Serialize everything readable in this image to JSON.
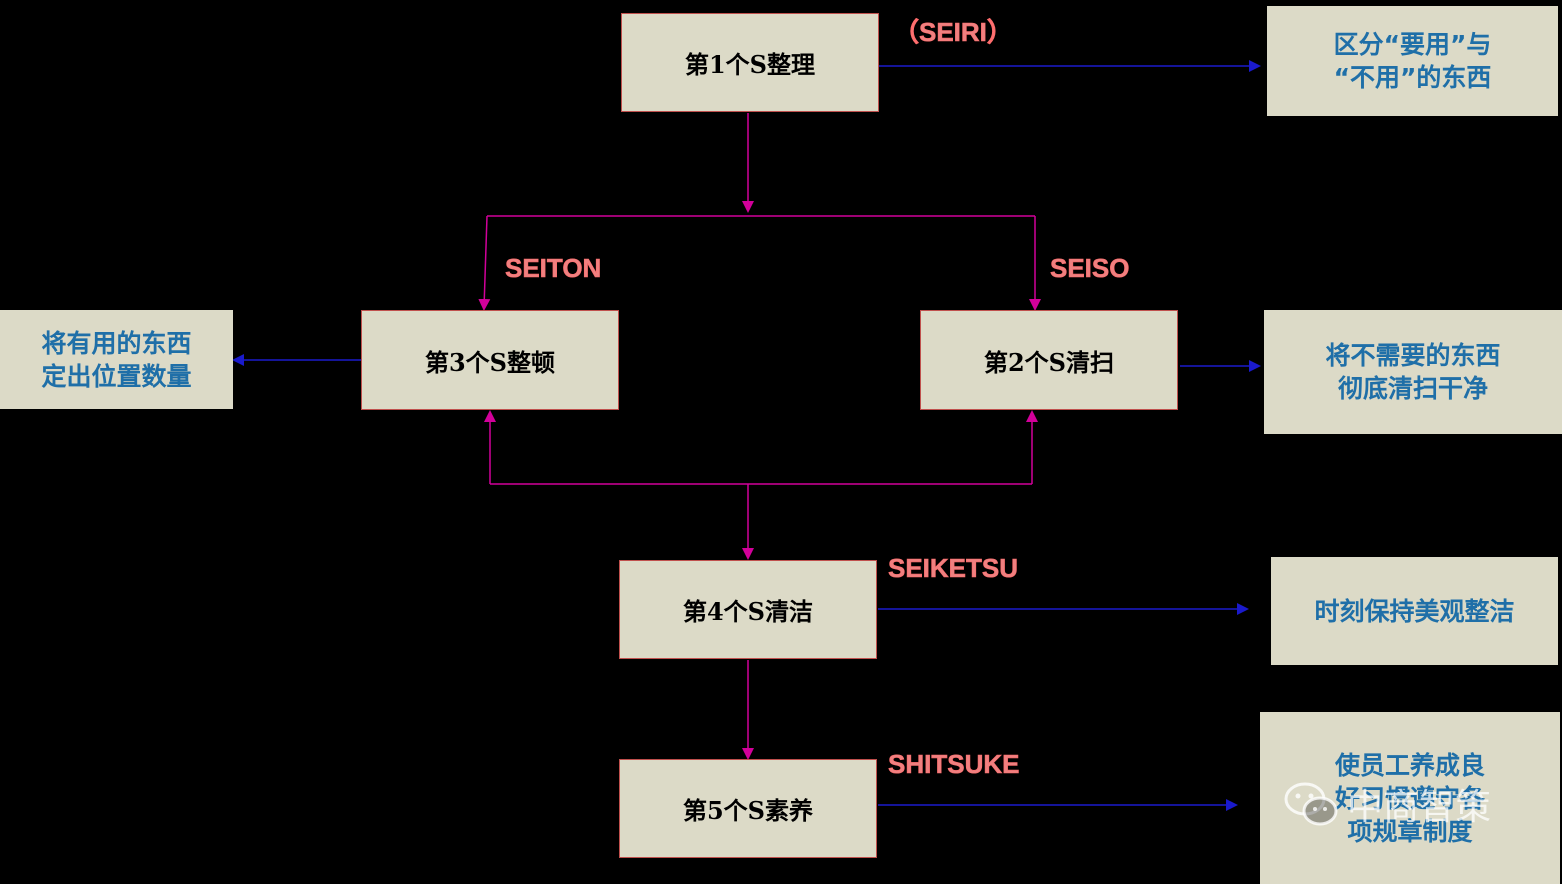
{
  "nodes": {
    "s1": "第1个S整理",
    "s2": "第2个S清扫",
    "s3": "第3个S整顿",
    "s4": "第4个S清洁",
    "s5": "第5个S素养"
  },
  "labels": {
    "seiri": "（SEIRI）",
    "seiton": "SEITON",
    "seiso": "SEISO",
    "seiketsu": "SEIKETSU",
    "shitsuke": "SHITSUKE"
  },
  "descriptions": {
    "s1": [
      "区分“要用”与",
      "“不用”的东西"
    ],
    "s3": [
      "将有用的东西",
      "定出位置数量"
    ],
    "s2": [
      "将不需要的东西",
      "彻底清扫干净"
    ],
    "s4": [
      "时刻保持美观整洁"
    ],
    "s5": [
      "使员工养成良",
      "好习惯遵守各",
      "项规章制度"
    ]
  },
  "watermark": "中商智策",
  "colors": {
    "node_fill": "#dcdac7",
    "node_border": "#c0504d",
    "desc_text": "#1f6fa8",
    "label_text": "#f08080",
    "connector_pink": "#d2009a",
    "connector_blue": "#1a1acc"
  }
}
